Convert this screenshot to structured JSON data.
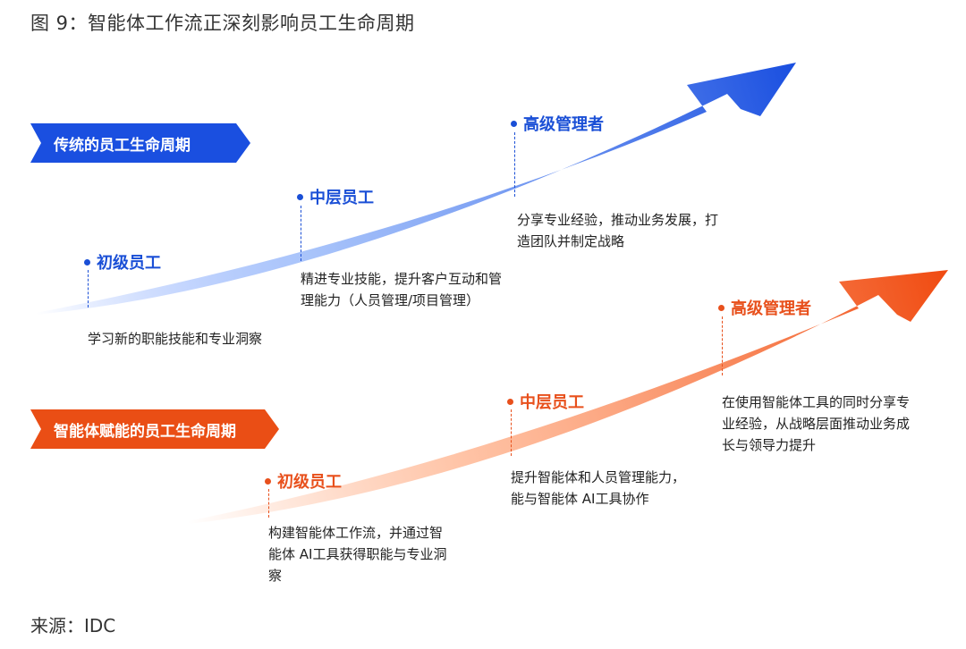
{
  "figure_title": "图 9：智能体工作流正深刻影响员工生命周期",
  "source": "来源：IDC",
  "colors": {
    "blue": "#1a4fd6",
    "orange": "#e8501c"
  },
  "traditional": {
    "banner": "传统的员工生命周期",
    "stages": [
      {
        "label": "初级员工",
        "desc": "学习新的职能技能和专业洞察"
      },
      {
        "label": "中层员工",
        "desc": "精进专业技能，提升客户互动和管理能力（人员管理/项目管理）"
      },
      {
        "label": "高级管理者",
        "desc": "分享专业经验，推动业务发展，打造团队并制定战略"
      }
    ]
  },
  "ai": {
    "banner": "智能体赋能的员工生命周期",
    "stages": [
      {
        "label": "初级员工",
        "desc": "构建智能体工作流，并通过智能体 AI工具获得职能与专业洞察"
      },
      {
        "label": "中层员工",
        "desc": "提升智能体和人员管理能力，能与智能体 AI工具协作"
      },
      {
        "label": "高级管理者",
        "desc": "在使用智能体工具的同时分享专业经验，从战略层面推动业务成长与领导力提升"
      }
    ]
  }
}
